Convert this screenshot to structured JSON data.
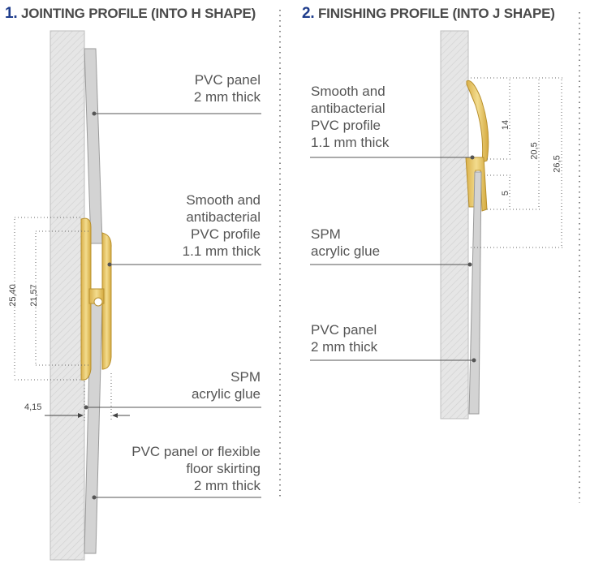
{
  "section1": {
    "number": "1.",
    "title": "JOINTING PROFILE (INTO H SHAPE)",
    "labels": {
      "pvc_panel": "PVC panel\n2 mm thick",
      "profile": "Smooth and\nantibacterial\nPVC profile\n1.1 mm thick",
      "glue": "SPM\nacrylic glue",
      "bottom_panel": "PVC panel or flexible\nfloor skirting\n2 mm thick"
    },
    "dims": {
      "outer_height": "25,40",
      "inner_height": "21,57",
      "depth": "4,15"
    }
  },
  "section2": {
    "number": "2.",
    "title": "FINISHING PROFILE (INTO J SHAPE)",
    "labels": {
      "profile": "Smooth and\nantibacterial\nPVC profile\n1.1 mm thick",
      "glue": "SPM\nacrylic glue",
      "pvc_panel": "PVC panel\n2 mm thick"
    },
    "dims": {
      "d14": "14",
      "d5": "5",
      "d20_5": "20,5",
      "d26_5": "26,5"
    }
  },
  "colors": {
    "profile": "#e8c86a",
    "wall": "#e4e4e4",
    "panel": "#cfcfcf",
    "title_accent": "#1f3d8c"
  }
}
